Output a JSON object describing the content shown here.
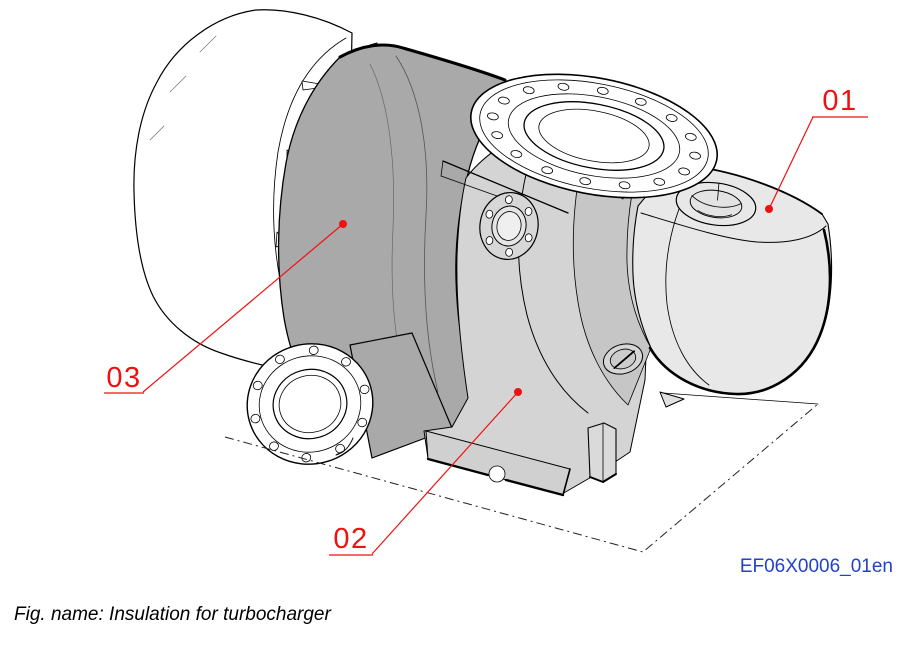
{
  "figure": {
    "drawing_code": "EF06X0006_01en",
    "callouts": {
      "c01": {
        "label": "01"
      },
      "c02": {
        "label": "02"
      },
      "c03": {
        "label": "03"
      }
    }
  },
  "caption": {
    "text": "Fig. name: Insulation for turbocharger"
  },
  "colors": {
    "callout_red": "#ee1111",
    "code_blue": "#2342cc",
    "insulation_gray": "#a9a9a9",
    "casing_gray": "#d4d4d4",
    "crescent_gray": "#c6c6c6",
    "outlet_gray": "#e8e8e8",
    "line_black": "#000000",
    "background": "#ffffff"
  }
}
